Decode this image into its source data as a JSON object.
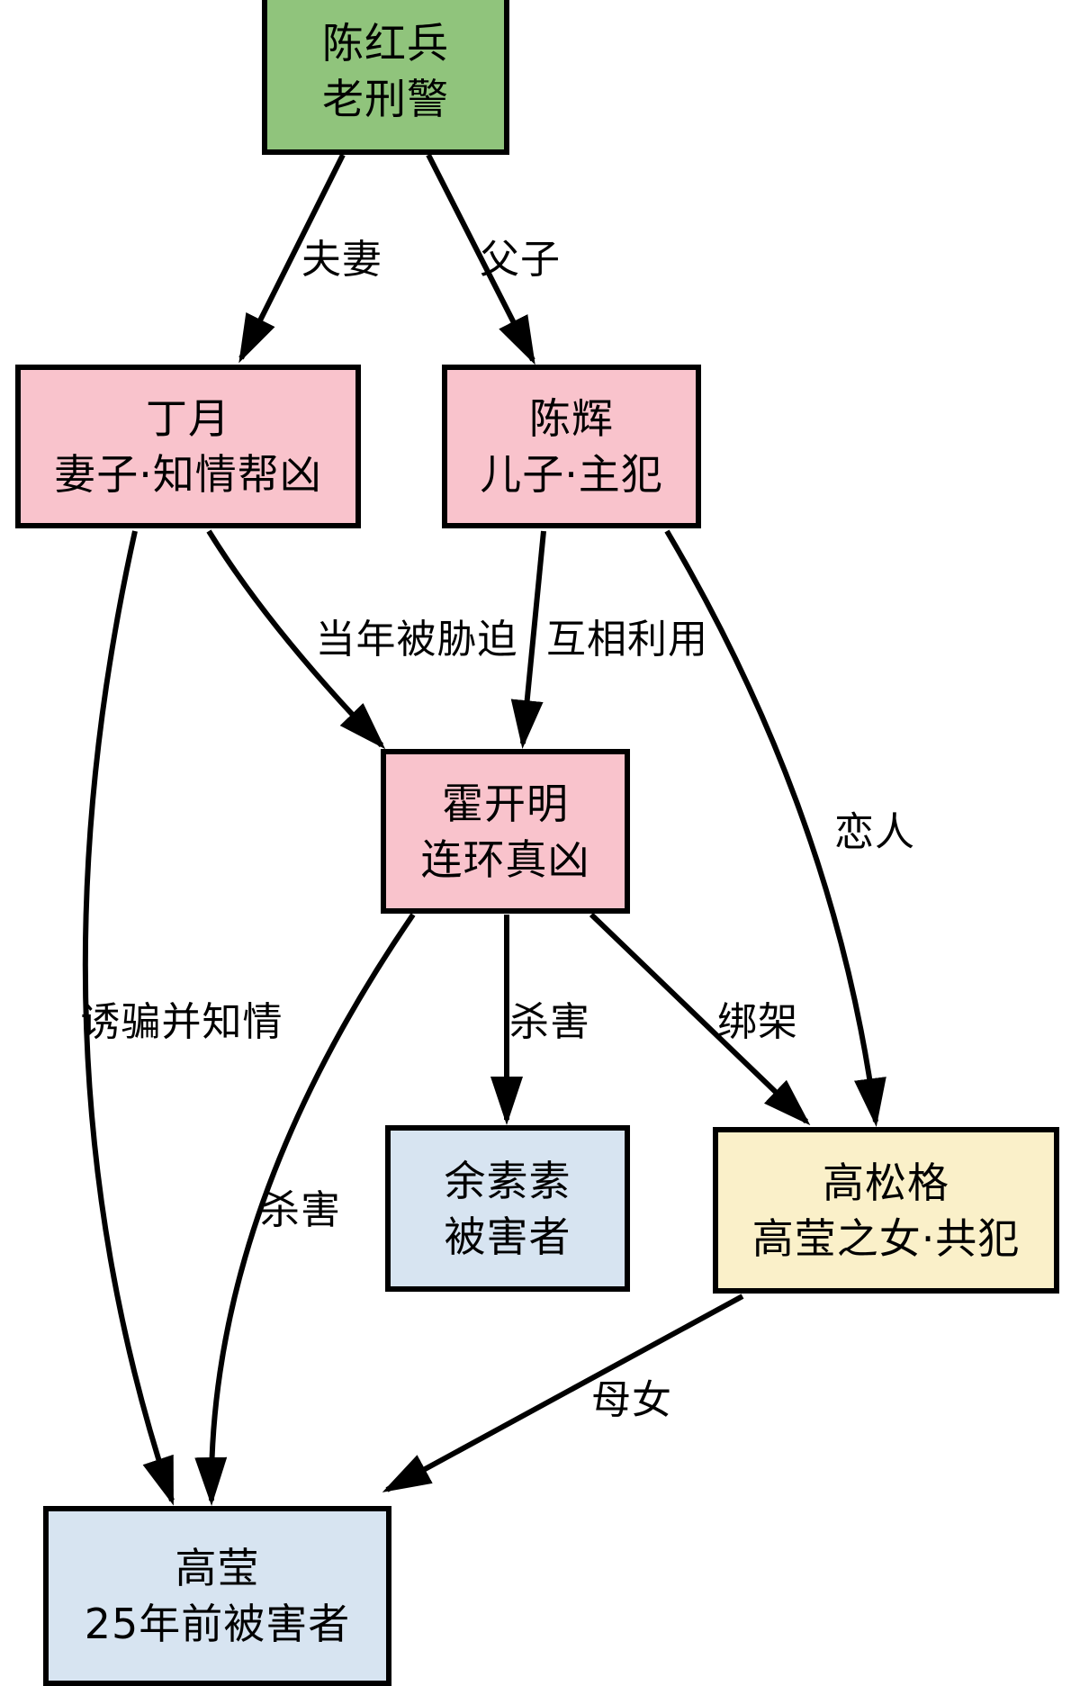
{
  "diagram": {
    "type": "relationship-graph",
    "background": "#ffffff",
    "line_color": "#000000",
    "nodes": [
      {
        "id": "chen-hongbing",
        "name": "陈红兵",
        "role": "老刑警",
        "fill": "#90c47c"
      },
      {
        "id": "ding-yue",
        "name": "丁月",
        "role": "妻子·知情帮凶",
        "fill": "#f9c3cc"
      },
      {
        "id": "chen-hui",
        "name": "陈辉",
        "role": "儿子·主犯",
        "fill": "#f9c3cc"
      },
      {
        "id": "huo-kaiming",
        "name": "霍开明",
        "role": "连环真凶",
        "fill": "#f9c3cc"
      },
      {
        "id": "yu-susu",
        "name": "余素素",
        "role": "被害者",
        "fill": "#d7e4f1"
      },
      {
        "id": "gao-songge",
        "name": "高松格",
        "role": "高莹之女·共犯",
        "fill": "#faf0c9"
      },
      {
        "id": "gao-ying",
        "name": "高莹",
        "role": "25年前被害者",
        "fill": "#d7e4f1"
      }
    ],
    "edges": [
      {
        "from": "陈红兵",
        "to": "丁月",
        "label": "夫妻"
      },
      {
        "from": "陈红兵",
        "to": "陈辉",
        "label": "父子"
      },
      {
        "from": "丁月",
        "to": "霍开明",
        "label": "当年被胁迫"
      },
      {
        "from": "陈辉",
        "to": "霍开明",
        "label": "互相利用"
      },
      {
        "from": "陈辉",
        "to": "高松格",
        "label": "恋人"
      },
      {
        "from": "丁月",
        "to": "高莹",
        "label": "诱骗并知情"
      },
      {
        "from": "霍开明",
        "to": "余素素",
        "label": "杀害"
      },
      {
        "from": "霍开明",
        "to": "高松格",
        "label": "绑架"
      },
      {
        "from": "霍开明",
        "to": "高莹",
        "label": "杀害"
      },
      {
        "from": "高松格",
        "to": "高莹",
        "label": "母女"
      }
    ]
  }
}
